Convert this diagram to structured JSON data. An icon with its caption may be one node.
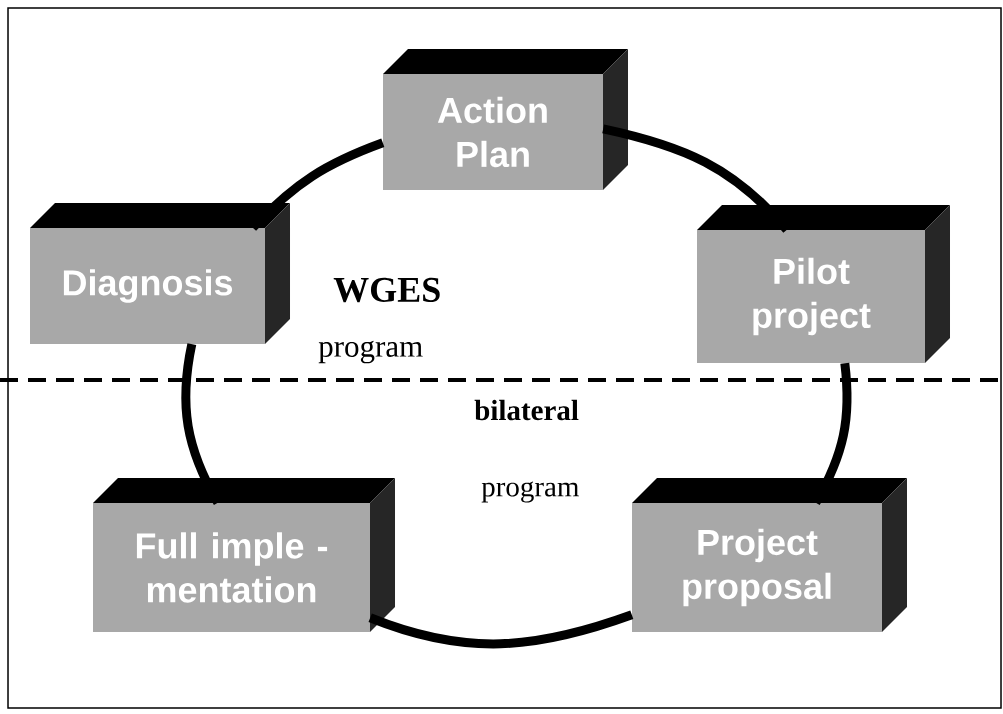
{
  "diagram": {
    "nodes": [
      {
        "text": [
          "Action Plan"
        ]
      },
      {
        "text": [
          "Pilot project"
        ]
      },
      {
        "text": [
          "Project proposal"
        ]
      },
      {
        "text": [
          "Full imple - mentation"
        ]
      },
      {
        "text": [
          "Diagnosis"
        ]
      }
    ],
    "edges": [
      {
        "from": 0,
        "to": 1,
        "arrow": "none"
      },
      {
        "from": 1,
        "to": 2,
        "arrow": "none"
      },
      {
        "from": 2,
        "to": 3,
        "arrow": "none"
      },
      {
        "from": 3,
        "to": 4,
        "arrow": "none"
      },
      {
        "from": 4,
        "to": 0,
        "arrow": "none"
      }
    ],
    "labels": [
      "WGES",
      "program",
      "bilateral",
      "program"
    ]
  }
}
